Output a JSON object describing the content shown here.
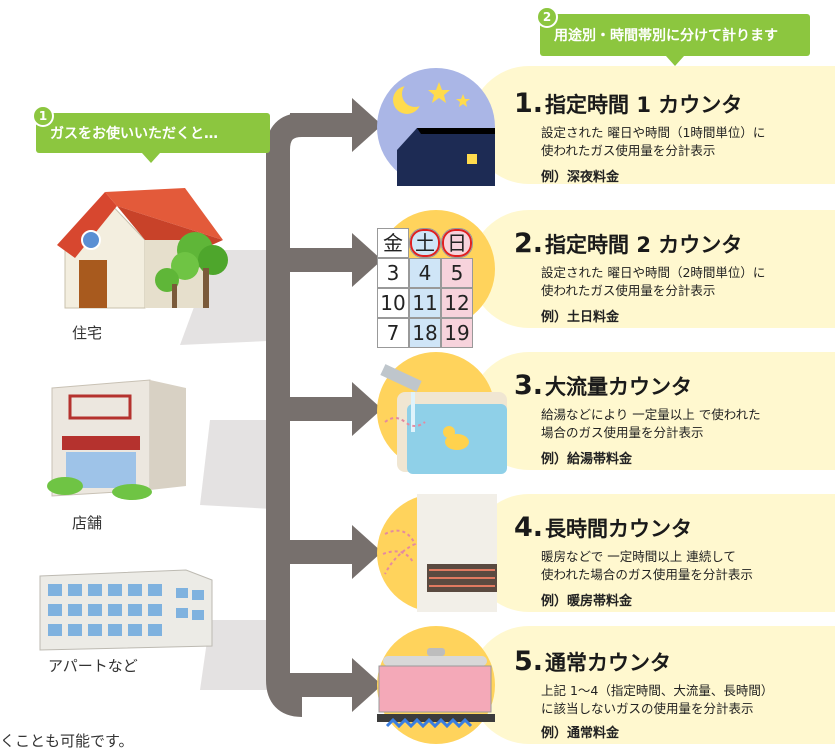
{
  "callout_1": {
    "number": "1",
    "text": "ガスをお使いいただくと…"
  },
  "callout_2": {
    "number": "2",
    "text": "用途別・時間帯別に分けて計ります"
  },
  "buildings": [
    {
      "label": "住宅"
    },
    {
      "label": "店舗"
    },
    {
      "label": "アパートなど"
    }
  ],
  "counters": [
    {
      "number": "1.",
      "title": "指定時間 1 カウンタ",
      "desc_line1": "設定された 曜日や時間（1時間単位）に",
      "desc_line2": "使われたガス使用量を分計表示",
      "example": "例）深夜料金"
    },
    {
      "number": "2.",
      "title": "指定時間 2 カウンタ",
      "desc_line1": "設定された 曜日や時間（2時間単位）に",
      "desc_line2": "使われたガス使用量を分計表示",
      "example": "例）土日料金"
    },
    {
      "number": "3.",
      "title": "大流量カウンタ",
      "desc_line1": "給湯などにより 一定量以上 で使われた",
      "desc_line2": "場合のガス使用量を分計表示",
      "example": "例）給湯帯料金"
    },
    {
      "number": "4.",
      "title": "長時間カウンタ",
      "desc_line1": "暖房などで 一定時間以上 連続して",
      "desc_line2": "使われた場合のガス使用量を分計表示",
      "example": "例）暖房帯料金"
    },
    {
      "number": "5.",
      "title": "通常カウンタ",
      "desc_line1": "上記 1～4（指定時間、大流量、長時間）",
      "desc_line2": "に該当しないガスの使用量を分計表示",
      "example": "例）通常料金"
    }
  ],
  "calendar": {
    "row1": [
      "金",
      "土",
      "日"
    ],
    "row2": [
      "3",
      "4",
      "5"
    ],
    "row3": [
      "10",
      "11",
      "12"
    ],
    "row4": [
      "7",
      "18",
      "19"
    ]
  },
  "footer_text": "くことも可能です。",
  "colors": {
    "green": "#8cc63f",
    "arrow": "#77706d",
    "panel": "#fff8cf",
    "circle_bg": "#ffd35c"
  }
}
